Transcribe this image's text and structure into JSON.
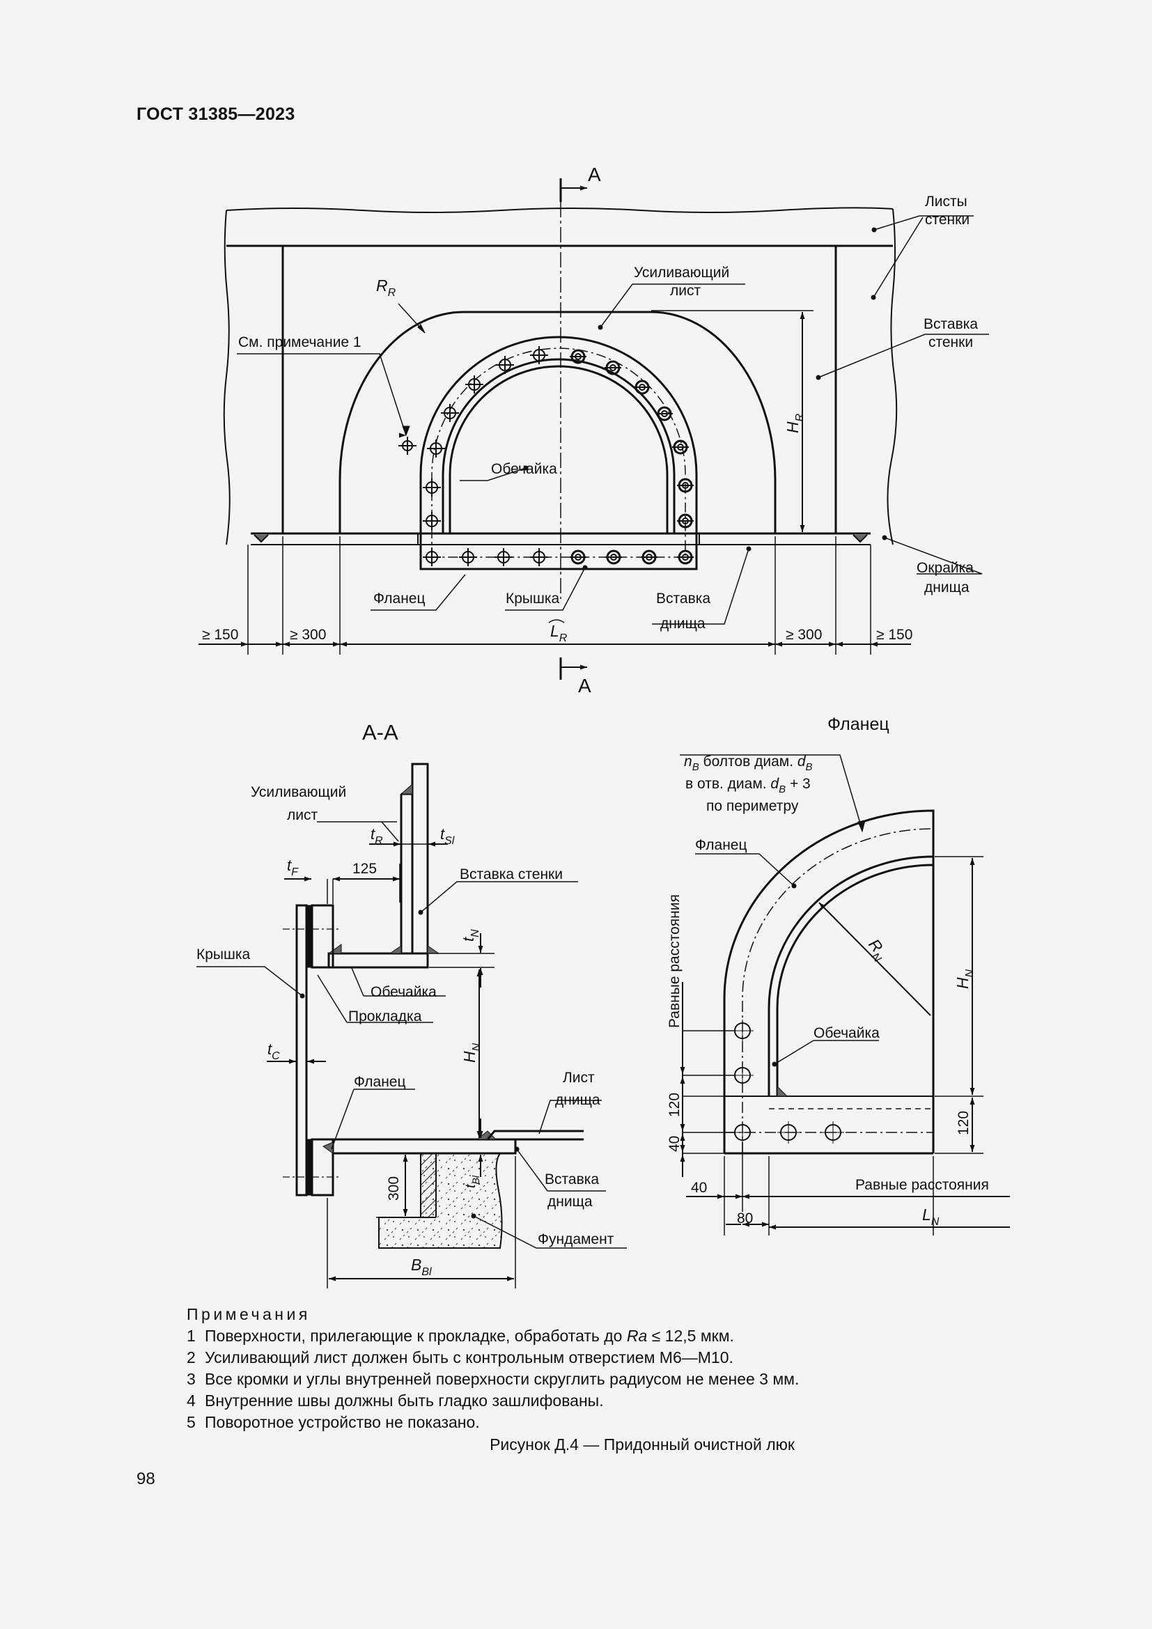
{
  "header": {
    "title": "ГОСТ 31385—2023"
  },
  "page_number": "98",
  "top_view": {
    "section_mark": "А",
    "labels": {
      "wall_sheets_1": "Листы",
      "wall_sheets_2": "стенки",
      "wall_insert_1": "Вставка",
      "wall_insert_2": "стенки",
      "reinforcing_1": "Усиливающий",
      "reinforcing_2": "лист",
      "note_ref": "См. примечание 1",
      "shell": "Обечайка",
      "flange": "Фланец",
      "cover": "Крышка",
      "bottom_insert_1": "Вставка",
      "bottom_insert_2": "днища",
      "bottom_edge_1": "Окрайка",
      "bottom_edge_2": "днища",
      "rr_main": "R",
      "rr_sub": "R",
      "hr_main": "H",
      "hr_sub": "R",
      "lr_main": "L",
      "lr_sub": "R"
    },
    "dims": {
      "d150": "≥ 150",
      "d300": "≥ 300"
    }
  },
  "section_view": {
    "title": "А-А",
    "labels": {
      "reinforcing_1": "Усиливающий",
      "reinforcing_2": "лист",
      "wall_insert": "Вставка стенки",
      "cover": "Крышка",
      "shell": "Обечайка",
      "gasket": "Прокладка",
      "flange": "Фланец",
      "bottom_sheet_1": "Лист",
      "bottom_sheet_2": "днища",
      "bottom_insert_1": "Вставка",
      "bottom_insert_2": "днища",
      "foundation": "Фундамент",
      "t": "t",
      "sub_r": "R",
      "sub_sl": "Sl",
      "sub_f": "F",
      "sub_n": "N",
      "sub_c": "C",
      "sub_bl": "Bl",
      "hn_main": "H",
      "hn_sub": "N",
      "bbl_main": "B",
      "bbl_sub": "Bl"
    },
    "dims": {
      "d125": "125",
      "d300": "300"
    }
  },
  "flange_view": {
    "title": "Фланец",
    "labels": {
      "bolts_n": "n",
      "bolts_n_sub": "B",
      "bolts_text": " болтов диам. ",
      "bolts_d": "d",
      "bolts_d_sub": "B",
      "holes_text": "в отв. диам. ",
      "holes_d": "d",
      "holes_d_sub": "B",
      "holes_plus": " + 3",
      "perimeter": "по периметру",
      "flange": "Фланец",
      "equal_spacing_vertical": "Равные расстояния",
      "shell": "Обечайка",
      "equal_spacing": "Равные расстояния",
      "rn_main": "R",
      "rn_sub": "N",
      "hn_main": "H",
      "hn_sub": "N",
      "ln_main": "L",
      "ln_sub": "N"
    },
    "dims": {
      "d120_left": "120",
      "d40_left": "40",
      "d120_right": "120",
      "d40_bottom": "40",
      "d80": "80"
    }
  },
  "notes": {
    "title": "Примечания",
    "items": [
      {
        "num": "1",
        "pre": "Поверхности, прилегающие к прокладке, обработать до ",
        "ital": "Ra",
        "post": " ≤ 12,5 мкм."
      },
      {
        "num": "2",
        "pre": "Усиливающий лист должен быть с контрольным отверстием М6—М10.",
        "ital": "",
        "post": ""
      },
      {
        "num": "3",
        "pre": "Все кромки и углы внутренней поверхности скруглить радиусом не менее 3 мм.",
        "ital": "",
        "post": ""
      },
      {
        "num": "4",
        "pre": "Внутренние швы должны быть гладко зашлифованы.",
        "ital": "",
        "post": ""
      },
      {
        "num": "5",
        "pre": "Поворотное устройство не показано.",
        "ital": "",
        "post": ""
      }
    ]
  },
  "caption": "Рисунок Д.4 — Придонный очистной люк"
}
